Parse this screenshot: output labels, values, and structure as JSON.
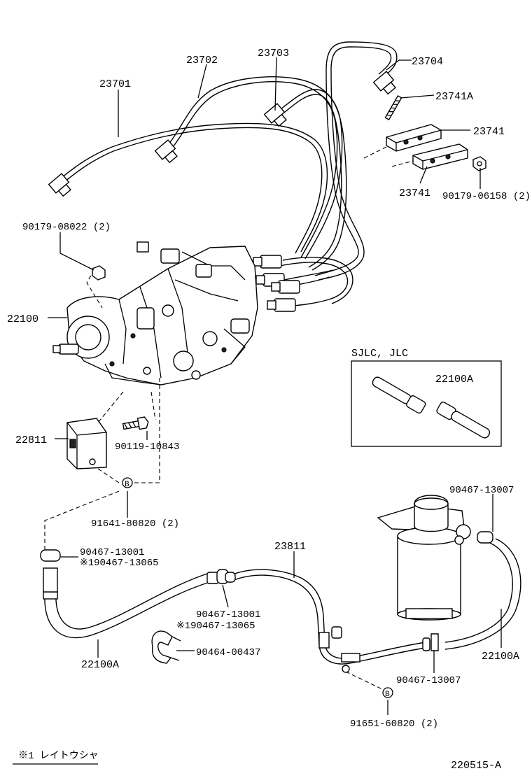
{
  "labels": {
    "p23701": "23701",
    "p23702": "23702",
    "p23703": "23703",
    "p23704": "23704",
    "p23741A": "23741A",
    "p23741_top": "23741",
    "p23741_bottom": "23741",
    "p90179_06158": "90179-06158 (2)",
    "p90179_08022": "90179-08022 (2)",
    "p22100": "22100",
    "inset_title": "SJLC, JLC",
    "inset_part": "22100A",
    "p22811": "22811",
    "p90119_10843": "90119-10843",
    "p91641_80820": "91641-80820 (2)",
    "p90467_13001_a": "90467-13001",
    "p190467_13065_a": "※190467-13065",
    "p22100A_left": "22100A",
    "p23811": "23811",
    "p90467_13001_b": "90467-13001",
    "p190467_13065_b": "※190467-13065",
    "p90464_00437": "90464-00437",
    "p90467_13007_top": "90467-13007",
    "p22100A_right": "22100A",
    "p90467_13007_bottom": "90467-13007",
    "p91651_60820": "91651-60820 (2)",
    "footnote": "※1  レイトウシャ",
    "drawing_no": "220515-A"
  },
  "callouts": {
    "b_marker": "B"
  }
}
